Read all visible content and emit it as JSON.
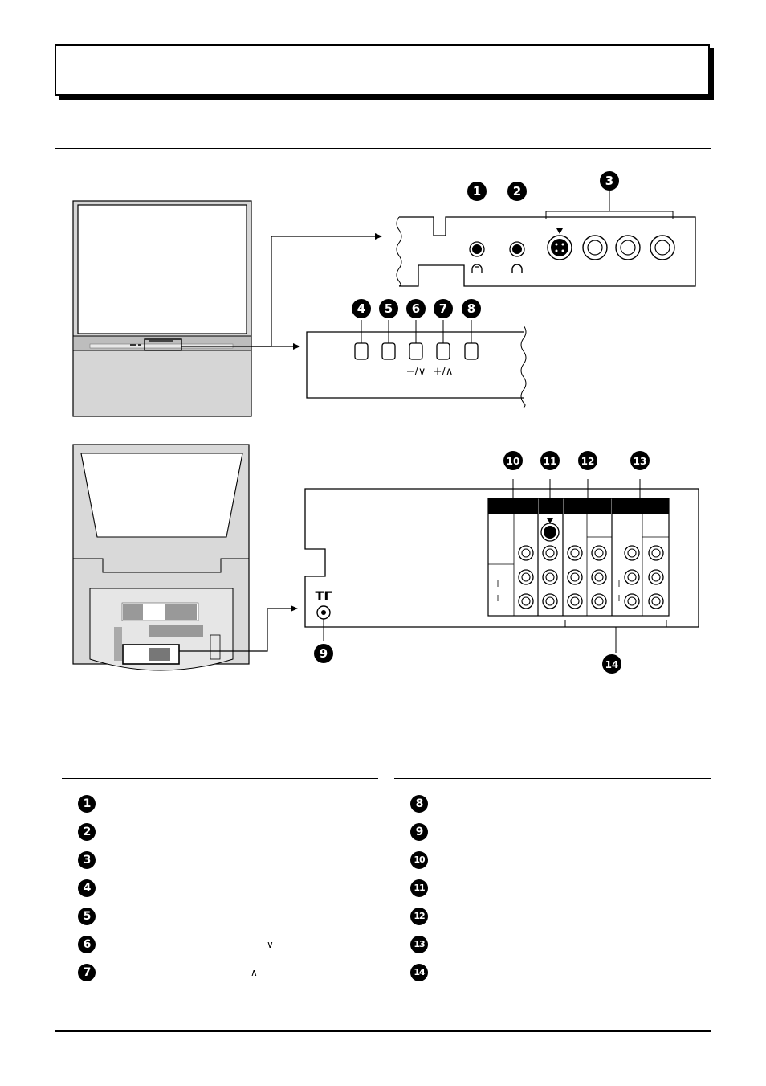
{
  "diagram": {
    "callouts_front": [
      "1",
      "2",
      "3",
      "4",
      "5",
      "6",
      "7",
      "8"
    ],
    "callouts_back": [
      "9",
      "10",
      "11",
      "12",
      "13",
      "14"
    ],
    "button_labels": {
      "minus": "−/∨",
      "plus": "+/∧"
    },
    "antenna_symbol": "ΤΓ"
  },
  "legend": {
    "left": [
      {
        "num": "1",
        "label": "",
        "suffix": ""
      },
      {
        "num": "2",
        "label": "",
        "suffix": ""
      },
      {
        "num": "3",
        "label": "",
        "suffix": ""
      },
      {
        "num": "4",
        "label": "",
        "suffix": ""
      },
      {
        "num": "5",
        "label": "",
        "suffix": ""
      },
      {
        "num": "6",
        "label": "",
        "suffix": "∨"
      },
      {
        "num": "7",
        "label": "",
        "suffix": "∧"
      }
    ],
    "right": [
      {
        "num": "8",
        "label": "",
        "suffix": ""
      },
      {
        "num": "9",
        "label": "",
        "suffix": ""
      },
      {
        "num": "10",
        "label": "",
        "suffix": ""
      },
      {
        "num": "11",
        "label": "",
        "suffix": ""
      },
      {
        "num": "12",
        "label": "",
        "suffix": ""
      },
      {
        "num": "13",
        "label": "",
        "suffix": ""
      },
      {
        "num": "14",
        "label": "",
        "suffix": ""
      }
    ]
  }
}
